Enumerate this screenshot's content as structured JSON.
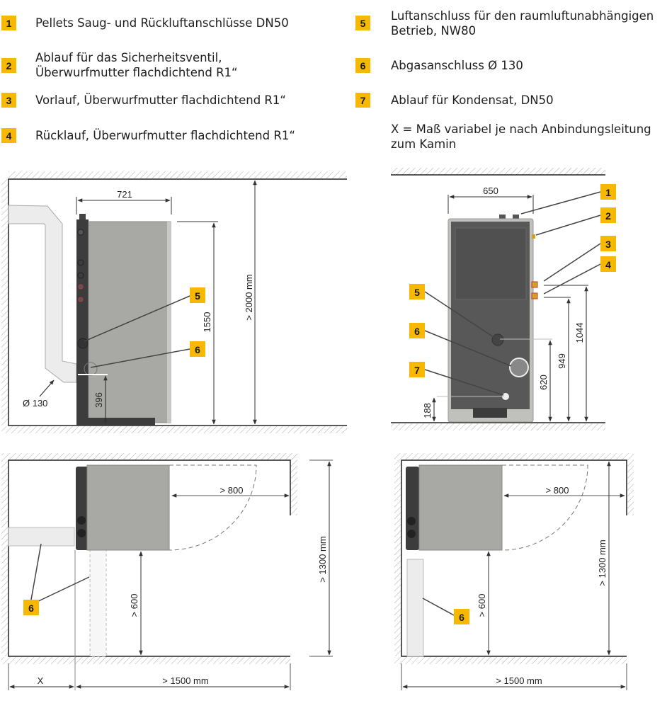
{
  "legend": [
    {
      "num": "1",
      "text": "Pellets Saug- und Rückluftanschlüsse DN50"
    },
    {
      "num": "2",
      "text": "Ablauf für das Sicherheitsventil,",
      "text2": "Überwurfmutter flachdichtend R1“"
    },
    {
      "num": "3",
      "text": "Vorlauf, Überwurfmutter flachdichtend R1“"
    },
    {
      "num": "4",
      "text": "Rücklauf, Überwurfmutter flachdichtend R1“"
    },
    {
      "num": "5",
      "text": "Luftanschluss für den raumluftunabhängigen",
      "text2": "Betrieb, NW80"
    },
    {
      "num": "6",
      "text": "Abgasanschluss Ø 130"
    },
    {
      "num": "7",
      "text": "Ablauf für Kondensat, DN50"
    }
  ],
  "note": {
    "line1": "X = Maß variabel je nach Anbindungsleitung",
    "line2": "zum Kamin"
  },
  "side_view": {
    "width": "721",
    "height": "1550",
    "room_height": "> 2000 mm",
    "exhaust_height": "396",
    "pipe_diameter": "Ø 130",
    "badges": [
      "5",
      "6"
    ]
  },
  "rear_view": {
    "width": "650",
    "dims": [
      "188",
      "620",
      "949",
      "1044"
    ],
    "badges": [
      "1",
      "2",
      "3",
      "4",
      "5",
      "6",
      "7"
    ]
  },
  "top_view_left": {
    "door_clearance": "> 800",
    "front_clearance": "> 600",
    "depth": "> 1300 mm",
    "x_label": "X",
    "length": "> 1500 mm",
    "badge": "6"
  },
  "top_view_right": {
    "door_clearance": "> 800",
    "front_clearance": "> 600",
    "depth": "> 1300 mm",
    "length": "> 1500 mm",
    "badge": "6"
  },
  "colors": {
    "badge": "#f6b800",
    "boiler_gray": "#a8a8a4",
    "boiler_dark": "#3c3c3c"
  }
}
